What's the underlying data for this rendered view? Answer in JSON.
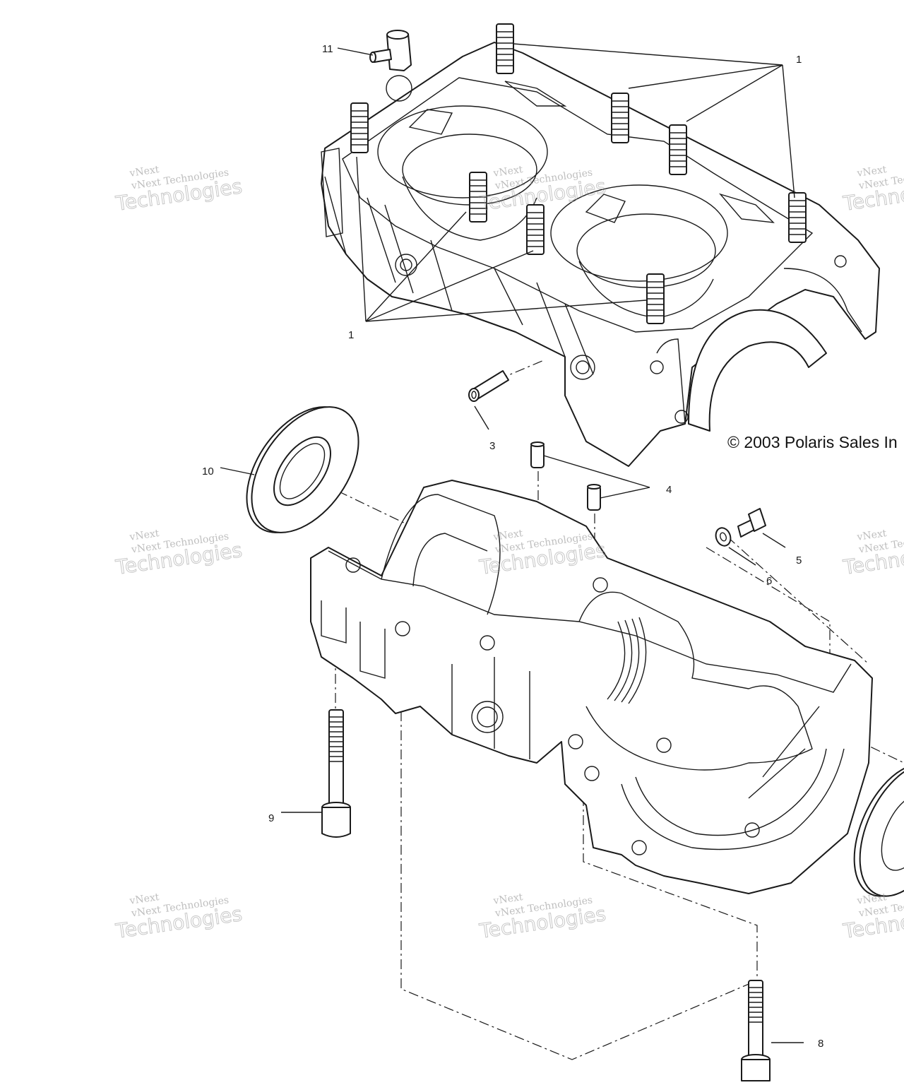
{
  "callouts": {
    "c1_top": "1",
    "c1_left": "1",
    "c3": "3",
    "c4": "4",
    "c5": "5",
    "c6": "6",
    "c8": "8",
    "c9": "9",
    "c10": "10",
    "c11": "11"
  },
  "copyright": "© 2003 Polaris Sales In",
  "watermark": {
    "line_small": "vNext Technologies",
    "line_big": "Technologies",
    "line_top": "vNext"
  },
  "colors": {
    "line": "#1a1a1a",
    "background": "#ffffff",
    "watermark": "#9a9a9a"
  }
}
